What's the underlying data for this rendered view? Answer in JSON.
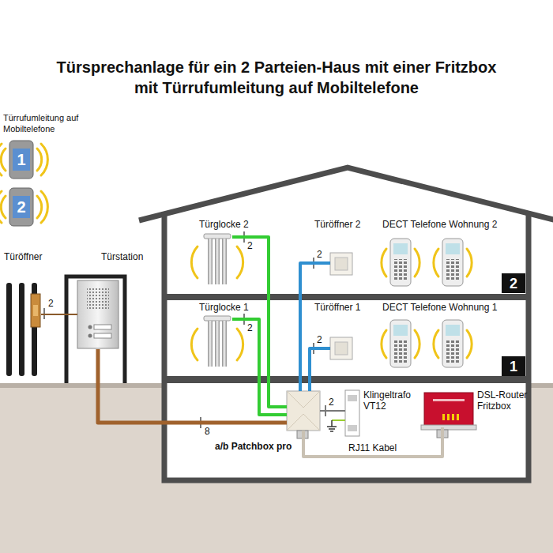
{
  "diagram": {
    "title": "Türsprechanlage für ein 2 Parteien-Haus mit einer Fritzbox mit Türrufumleitung auf Mobiltelefone",
    "nodes": [
      {
        "text": [
          "1"
        ]
      },
      {
        "text": [
          "2"
        ]
      },
      {
        "text": [
          "Türöffner"
        ]
      },
      {
        "text": [
          "Türstation"
        ]
      },
      {
        "text": [
          "Türglocke 2"
        ]
      },
      {
        "text": [
          "Türöffner 2"
        ]
      },
      {
        "text": [
          "2"
        ]
      },
      {
        "text": [
          "Türglocke 1"
        ]
      },
      {
        "text": [
          "Türöffner 1"
        ]
      },
      {
        "text": [
          "1"
        ]
      },
      {
        "text": [
          "Klingeltrafo VT12"
        ]
      },
      {
        "text": [
          "DSL-Router Fritzbox"
        ]
      },
      {
        "text": [
          "a/b Patchbox pro"
        ]
      }
    ],
    "edges": [
      {
        "from": 2,
        "to": 3,
        "arrow": "none",
        "label": "2"
      },
      {
        "from": 3,
        "to": 12,
        "arrow": "none",
        "label": "8"
      },
      {
        "from": 4,
        "to": 12,
        "arrow": "none",
        "label": "2"
      },
      {
        "from": 7,
        "to": 12,
        "arrow": "none",
        "label": "2"
      },
      {
        "from": 5,
        "to": 12,
        "arrow": "none",
        "label": "2"
      },
      {
        "from": 8,
        "to": 12,
        "arrow": "none",
        "label": "2"
      },
      {
        "from": 10,
        "to": 12,
        "arrow": "none",
        "label": "2"
      },
      {
        "from": 12,
        "to": 11,
        "arrow": "none",
        "label": "RJ11 Kabel"
      }
    ],
    "labels": [
      "Türrufumleitung auf Mobiltelefone",
      "DECT Telefone Wohnung 2",
      "DECT Telefone Wohnung 1"
    ]
  }
}
